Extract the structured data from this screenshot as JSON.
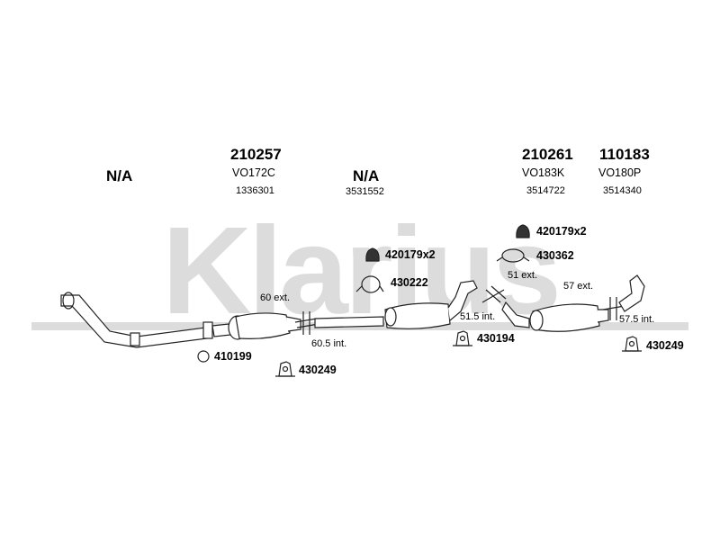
{
  "watermark": "Klarius",
  "colors": {
    "watermark": "#d9d9d9",
    "line": "#222222",
    "fill": "#d0d0d0"
  },
  "headers": [
    {
      "part": "N/A",
      "code": "",
      "oe": ""
    },
    {
      "part": "210257",
      "code": "VO172C",
      "oe": "1336301"
    },
    {
      "part": "N/A",
      "code": "",
      "oe": "3531552"
    },
    {
      "part": "210261",
      "code": "VO183K",
      "oe": "3514722"
    },
    {
      "part": "110183",
      "code": "VO180P",
      "oe": "3514340"
    }
  ],
  "fittings": [
    {
      "code": "410199",
      "icon": "ring-icon"
    },
    {
      "code": "430249",
      "icon": "rubber-mount-icon"
    },
    {
      "code": "420179x2",
      "icon": "rubber-hanger-icon"
    },
    {
      "code": "430222",
      "icon": "clamp-icon"
    },
    {
      "code": "430194",
      "icon": "rubber-mount-icon"
    },
    {
      "code": "420179x2",
      "icon": "rubber-hanger-icon"
    },
    {
      "code": "430362",
      "icon": "clamp-icon"
    },
    {
      "code": "430249",
      "icon": "rubber-mount-icon"
    }
  ],
  "dimensions": [
    "60 ext.",
    "60.5 int.",
    "51 ext.",
    "51.5 int.",
    "57 ext.",
    "57.5 int."
  ]
}
